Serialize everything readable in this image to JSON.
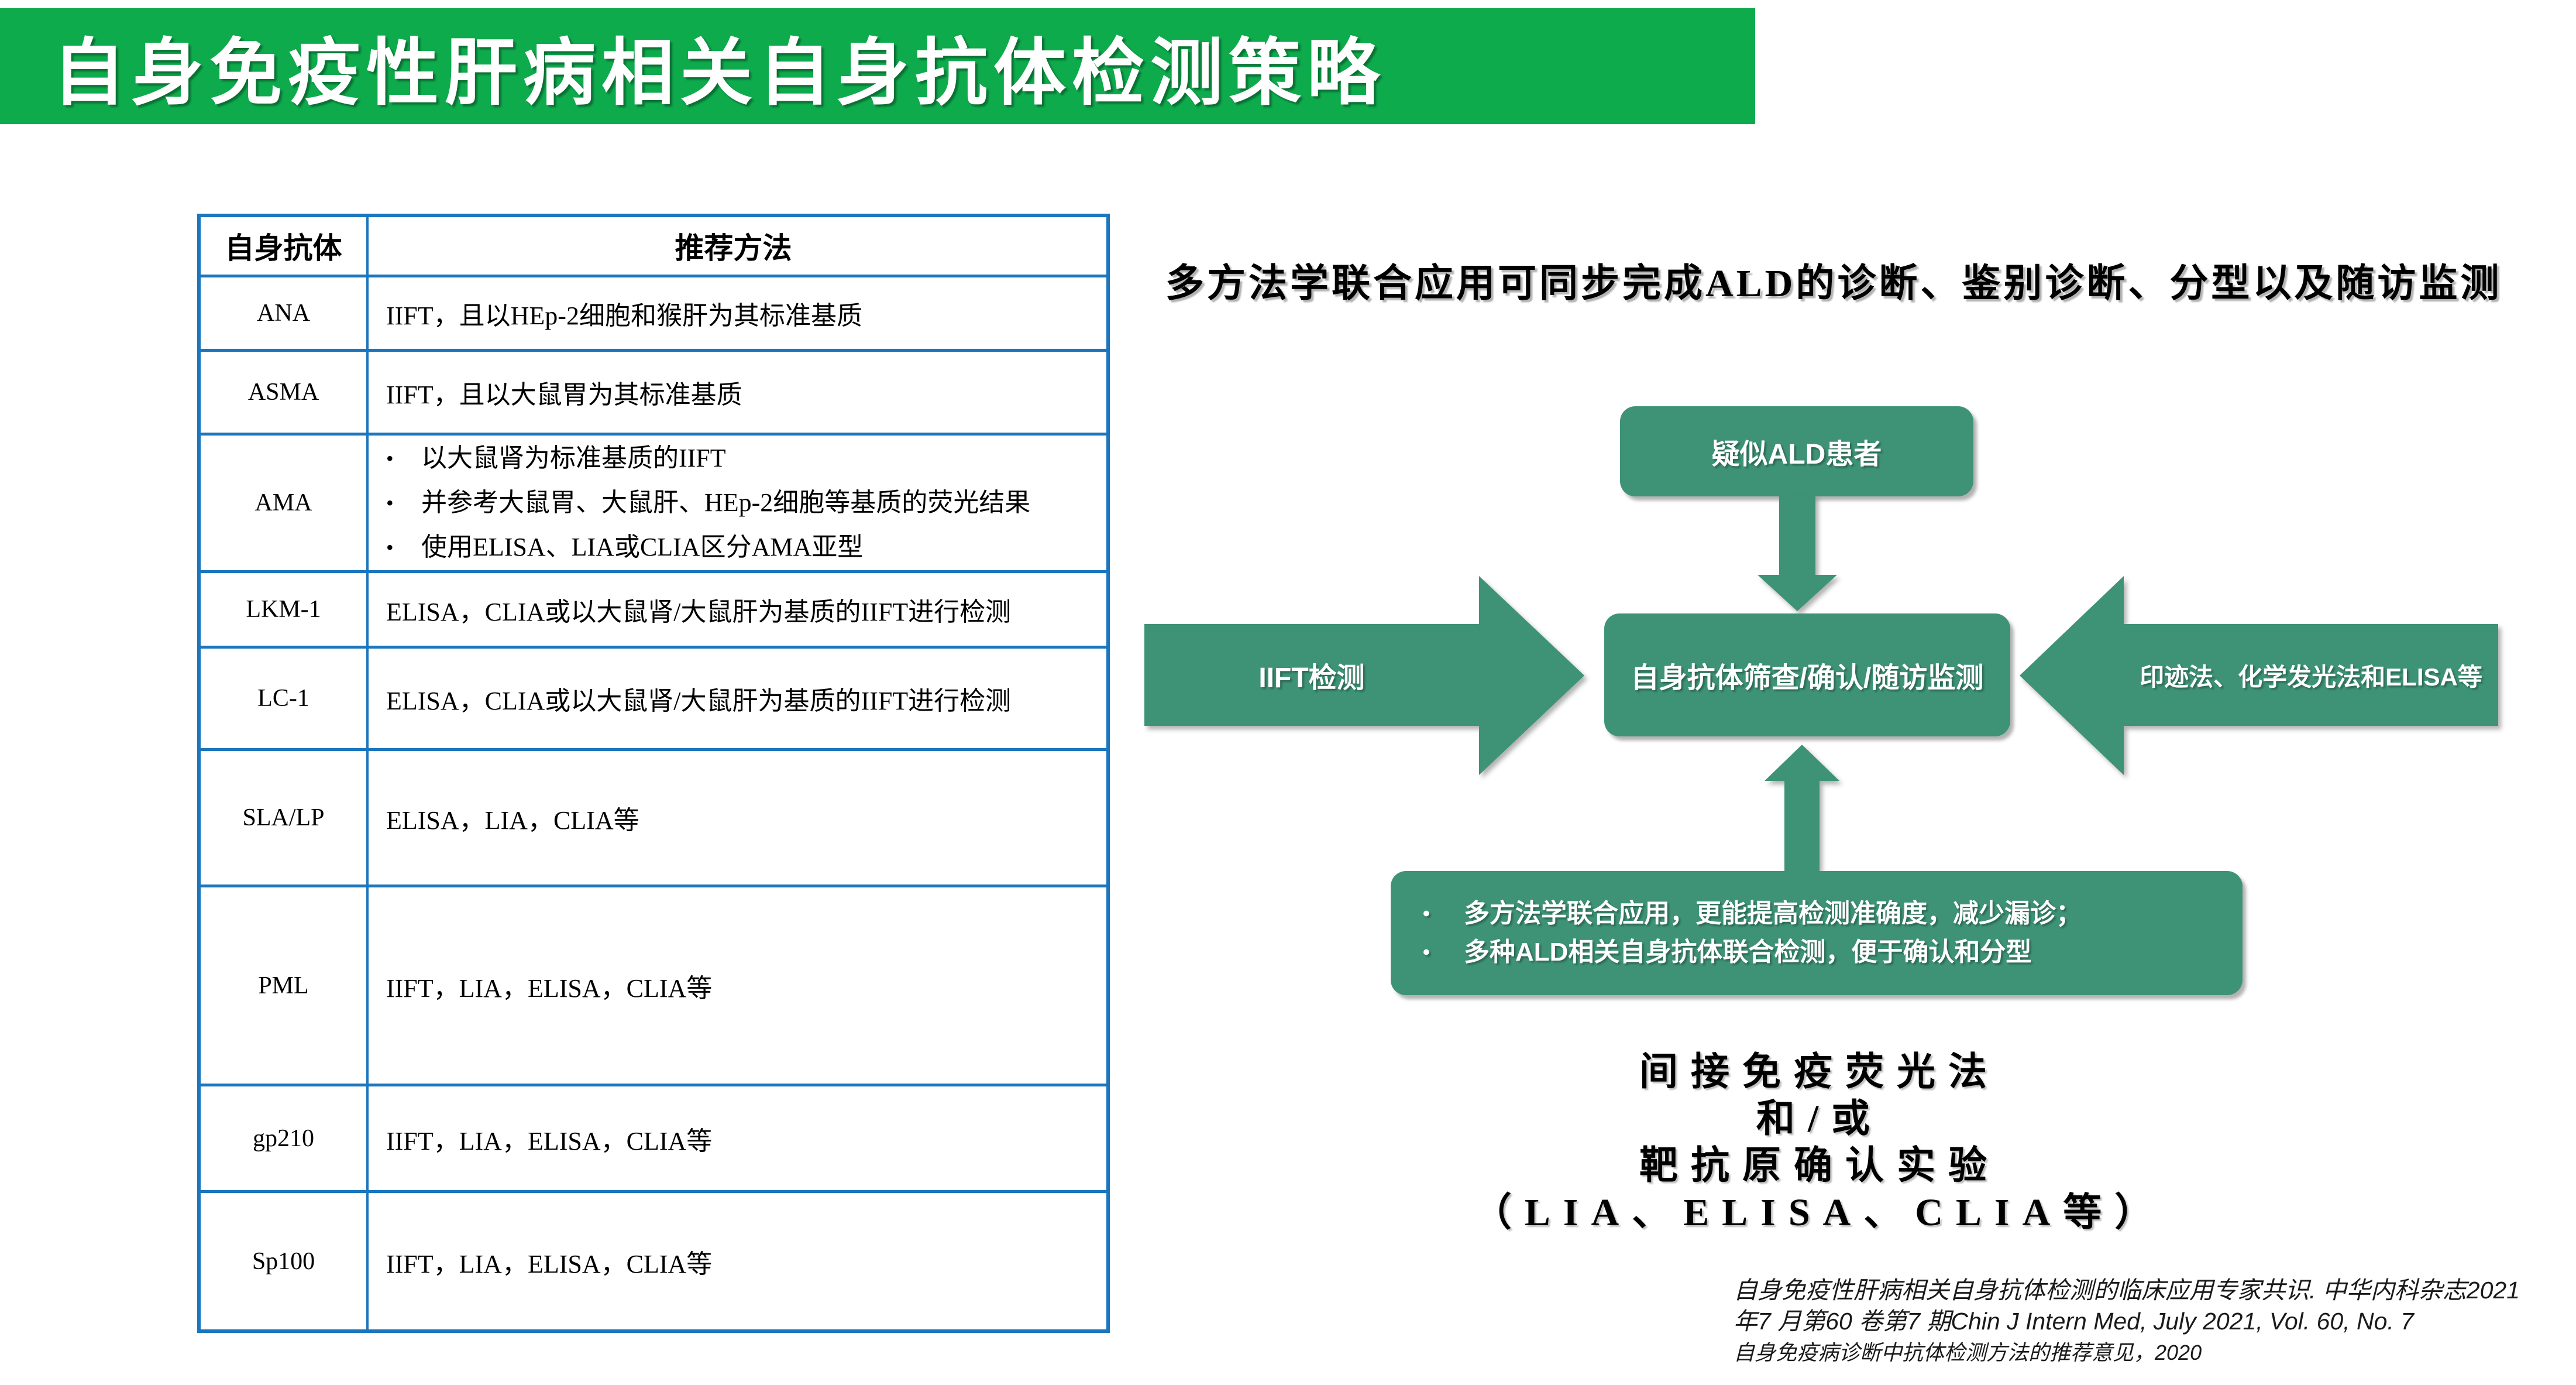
{
  "banner": {
    "title": "自身免疫性肝病相关自身抗体检测策略",
    "bg_color": "#0EAB4D"
  },
  "table": {
    "border_color": "#1B76BE",
    "bullet": "•",
    "headers": [
      "自身抗体",
      "推荐方法"
    ],
    "rows": [
      {
        "antibody": "ANA",
        "method": "IIFT，且以HEp-2细胞和猴肝为其标准基质"
      },
      {
        "antibody": "ASMA",
        "method": "IIFT，且以大鼠胃为其标准基质"
      },
      {
        "antibody": "AMA",
        "bullets": [
          "以大鼠肾为标准基质的IIFT",
          "并参考大鼠胃、大鼠肝、HEp-2细胞等基质的荧光结果",
          "使用ELISA、LIA或CLIA区分AMA亚型"
        ]
      },
      {
        "antibody": "LKM-1",
        "method": "ELISA，CLIA或以大鼠肾/大鼠肝为基质的IIFT进行检测"
      },
      {
        "antibody": "LC-1",
        "method": "ELISA，CLIA或以大鼠肾/大鼠肝为基质的IIFT进行检测"
      },
      {
        "antibody": "SLA/LP",
        "method": "ELISA，LIA，CLIA等"
      },
      {
        "antibody": "PML",
        "method": "IIFT，LIA，ELISA，CLIA等"
      },
      {
        "antibody": "gp210",
        "method": "IIFT，LIA，ELISA，CLIA等"
      },
      {
        "antibody": "Sp100",
        "method": "IIFT，LIA，ELISA，CLIA等"
      }
    ]
  },
  "right": {
    "heading": "多方法学联合应用可同步完成ALD的诊断、鉴别诊断、分型以及随访监测"
  },
  "diagram": {
    "green": "#3E9377",
    "bullet": "•",
    "top_box": "疑似ALD患者",
    "left_arrow": "IIFT检测",
    "center_box": "自身抗体筛查/确认/随访监测",
    "right_arrow": "印迹法、化学发光法和ELISA等",
    "bottom_box_bullets": [
      "多方法学联合应用，更能提高检测准确度，减少漏诊；",
      "多种ALD相关自身抗体联合检测，便于确认和分型"
    ]
  },
  "bottom_text": {
    "lines": [
      "间接免疫荧光法",
      "和/或",
      "靶抗原确认实验",
      "（LIA、ELISA、CLIA等）"
    ]
  },
  "citation": {
    "lines": [
      "自身免疫性肝病相关自身抗体检测的临床应用专家共识. 中华内科杂志2021",
      "年7 月第60 卷第7 期Chin J Intern Med, July 2021, Vol. 60, No. 7",
      "自身免疫病诊断中抗体检测方法的推荐意见，2020"
    ]
  }
}
